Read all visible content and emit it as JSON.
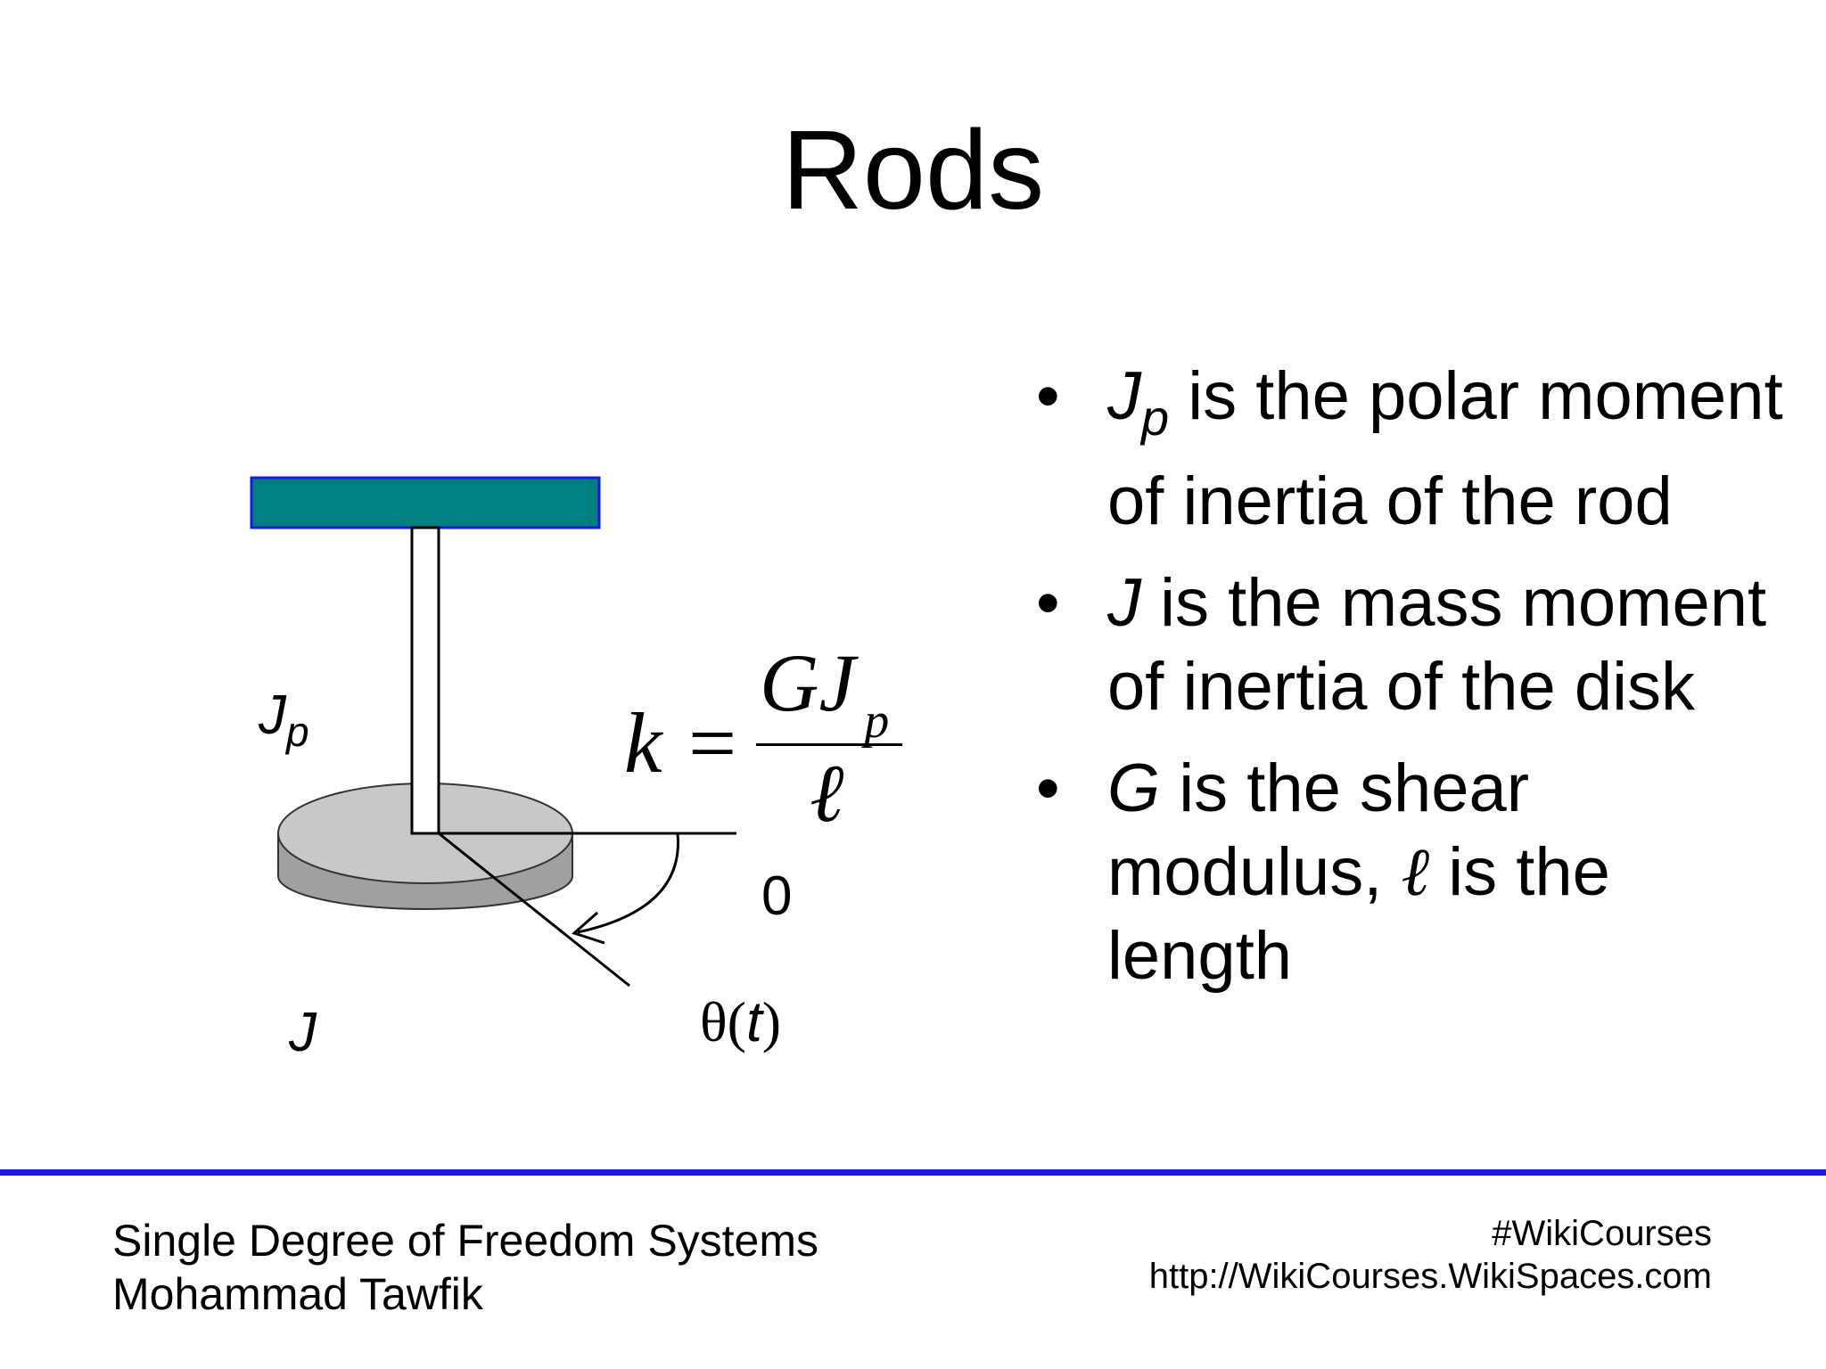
{
  "slide": {
    "title": "Rods"
  },
  "diagram": {
    "label_jp": "J",
    "label_jp_sub": "p",
    "label_j": "J",
    "label_zero": "0",
    "label_theta": "θ(",
    "label_theta_var": "t",
    "label_theta_close": ")",
    "colors": {
      "support_fill": "#008080",
      "support_border": "#1a1adc",
      "disk_top": "#c8c8c8",
      "disk_bottom": "#a0a0a0"
    }
  },
  "formula": {
    "lhs": "k",
    "equals": "=",
    "numerator": "GJ",
    "numerator_sub": "p",
    "denominator": "ℓ"
  },
  "bullets": [
    {
      "symbol": "J",
      "symbol_sub": "p",
      "text": " is the polar moment of inertia of the rod"
    },
    {
      "symbol": "J",
      "text": " is the mass moment of inertia of the disk"
    },
    {
      "symbol": "G",
      "text": " is the shear modulus, ",
      "symbol2": "ℓ",
      "text2": " is the length"
    }
  ],
  "bullet_char": "•",
  "footer": {
    "course_title": "Single Degree of Freedom Systems",
    "author": "Mohammad Tawfik",
    "hashtag": "#WikiCourses",
    "url": "http://WikiCourses.WikiSpaces.com",
    "rule_color": "#1a1adc"
  }
}
